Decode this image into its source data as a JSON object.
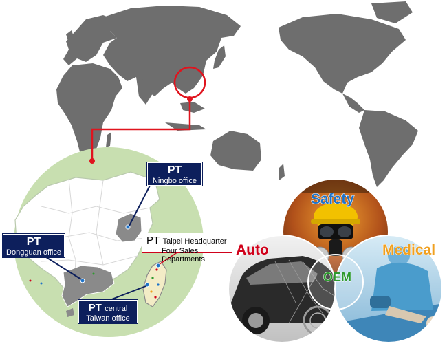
{
  "offices": {
    "ningbo": {
      "prefix": "PT",
      "name": "Ningbo office"
    },
    "dongguan": {
      "prefix": "PT",
      "name": "Dongguan office"
    },
    "taipei": {
      "prefix": "PT",
      "name": "Taipei Headquarter",
      "line2": "Four Sales Departments"
    },
    "central": {
      "prefix": "PT",
      "name": "central",
      "line2": "Taiwan office"
    }
  },
  "segments": {
    "safety": "Safety",
    "auto": "Auto",
    "oem": "OEM",
    "medical": "Medical"
  },
  "colors": {
    "continent": "#6e6e6e",
    "china_circle": "#c8dfb0",
    "callout_navy": "#0d1f5c",
    "route_red": "#e0141e",
    "safety_blue": "#1e73c8",
    "auto_red": "#d0021b",
    "oem_green": "#2e9a2e",
    "medical_orange": "#f0a020"
  }
}
